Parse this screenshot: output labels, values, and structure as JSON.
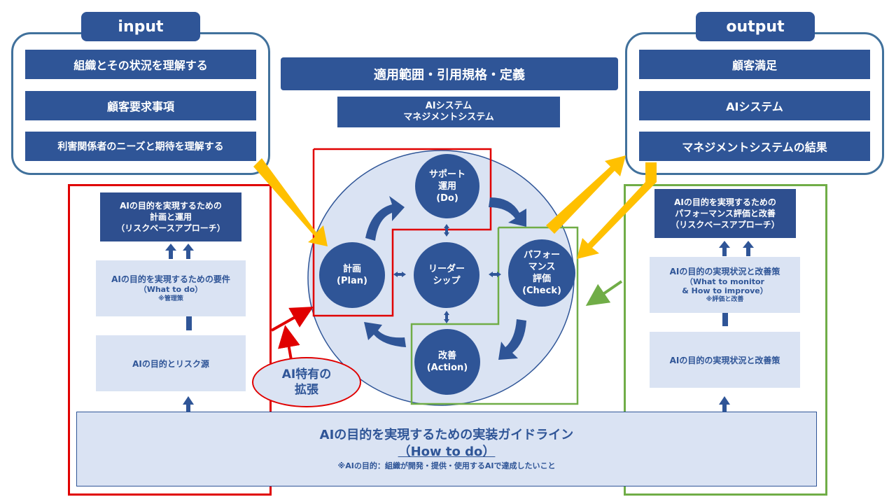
{
  "input": {
    "tab": "input",
    "items": [
      "組織とその状況を理解する",
      "顧客要求事項",
      "利害関係者のニーズと期待を理解する"
    ]
  },
  "output": {
    "tab": "output",
    "items": [
      "顧客満足",
      "AIシステム",
      "マネジメントシステムの結果"
    ]
  },
  "center": {
    "scope": "適用範囲・引用規格・定義",
    "ai_system": "AIシステム\nマネジメントシステム",
    "support": "サポート\n運用\n(Do)",
    "plan": "計画\n(Plan)",
    "leadership": "リーダー\nシップ",
    "check": "パフォー\nマンス\n評価\n(Check)",
    "action": "改善\n(Action)"
  },
  "left": {
    "box1": "AIの目的を実現するための\n計画と運用\n（リスクベースアプローチ）",
    "box2_title": "AIの目的を実現するための要件",
    "box2_sub": "（What to do）",
    "box2_note": "※管理策",
    "box3": "AIの目的とリスク源"
  },
  "right": {
    "box1": "AIの目的を実現するための\nパフォーマンス評価と改善\n（リスクベースアプローチ）",
    "box2_title": "AIの目的の実現状況と改善策",
    "box2_sub": "（What to monitor\n& How to improve）",
    "box2_note": "※評価と改善",
    "box3": "AIの目的の実現状況と改善策"
  },
  "ai_ext": "AI特有の\n拡張",
  "bottom": {
    "title": "AIの目的を実現するための実装ガイドライン",
    "sub": "（How to do）",
    "note": "※AIの目的：組織が開発・提供・使用するAIで達成したいこと"
  },
  "colors": {
    "navy": "#2f5597",
    "pale": "#dae3f3",
    "red": "#e00000",
    "green": "#70ad47",
    "yellow": "#ffc000",
    "frame": "#41719c"
  }
}
